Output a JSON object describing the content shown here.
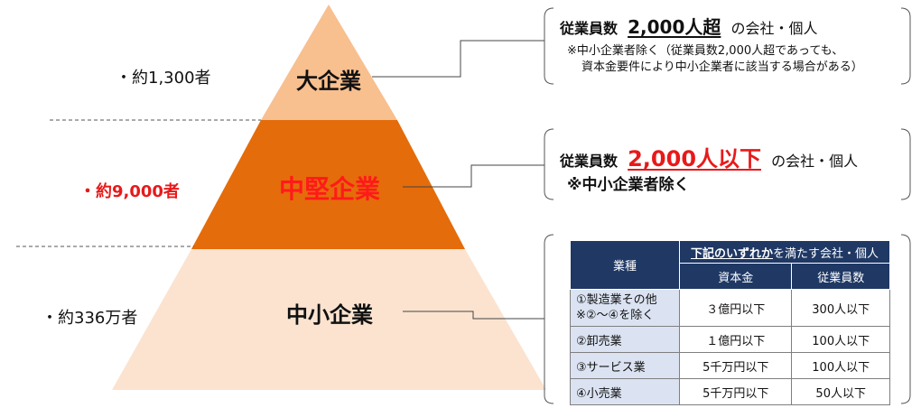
{
  "tiers": [
    {
      "name": "大企業",
      "count": "・約1,300者"
    },
    {
      "name": "中堅企業",
      "count": "・約9,000者"
    },
    {
      "name": "中小企業",
      "count": "・約336万者"
    }
  ],
  "large": {
    "prefix": "従業員数",
    "value": "2,000人超",
    "suffix": "の会社・個人",
    "note_line1": "※中小企業者除く（従業員数2,000人超であっても、",
    "note_line2": "資本金要件により中小企業者に該当する場合がある）"
  },
  "mid": {
    "prefix": "従業員数",
    "value": "2,000人以下",
    "suffix": "の会社・個人",
    "note": "※中小企業者除く"
  },
  "sme_table": {
    "col_industry": "業種",
    "header_emph": "下記のいずれか",
    "header_rest": "を満たす会社・個人",
    "col_capital": "資本金",
    "col_employees": "従業員数",
    "rows": [
      {
        "industry_line1": "①製造業その他",
        "industry_line2": "※②～④を除く",
        "capital": "３億円以下",
        "employees": "300人以下"
      },
      {
        "industry_line1": "②卸売業",
        "industry_line2": "",
        "capital": "１億円以下",
        "employees": "100人以下"
      },
      {
        "industry_line1": "③サービス業",
        "industry_line2": "",
        "capital": "5千万円以下",
        "employees": "100人以下"
      },
      {
        "industry_line1": "④小売業",
        "industry_line2": "",
        "capital": "5千万円以下",
        "employees": "50人以下"
      }
    ]
  },
  "colors": {
    "top": "#f8bf8f",
    "middle": "#e46c0a",
    "bottom": "#fbe3d0",
    "red_text": "#e8191a",
    "table_header": "#1f3864",
    "table_industry": "#dbe3f2"
  }
}
